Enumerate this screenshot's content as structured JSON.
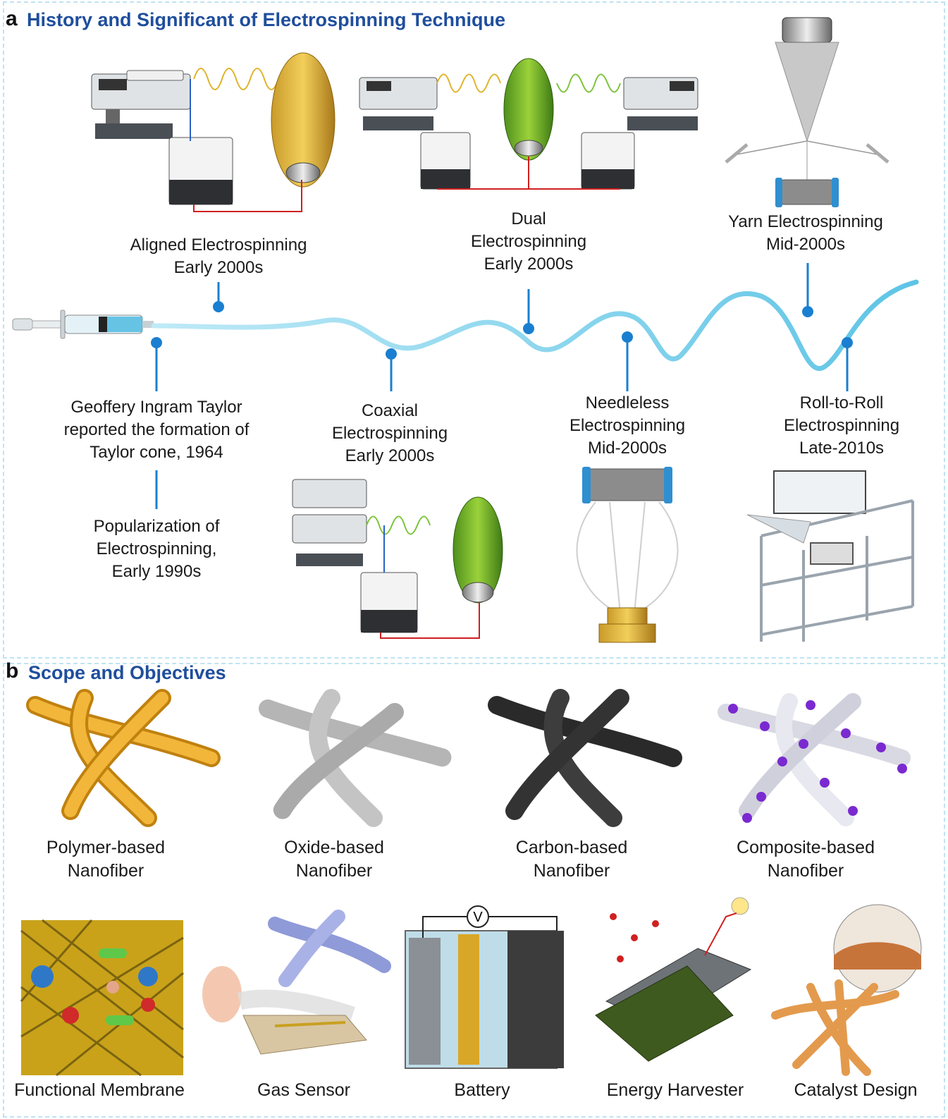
{
  "panel_a": {
    "letter": "a",
    "title": "History and Significant of Electrospinning Technique",
    "milestones": [
      {
        "id": "taylor",
        "lines": [
          "Geoffery Ingram Taylor",
          "reported the formation of",
          "Taylor cone, 1964"
        ]
      },
      {
        "id": "popular",
        "lines": [
          "Popularization of",
          "Electrospinning,",
          "Early 1990s"
        ]
      },
      {
        "id": "aligned",
        "lines": [
          "Aligned Electrospinning",
          "Early 2000s"
        ]
      },
      {
        "id": "coaxial",
        "lines": [
          "Coaxial",
          "Electrospinning",
          "Early 2000s"
        ]
      },
      {
        "id": "dual",
        "lines": [
          "Dual",
          "Electrospinning",
          "Early 2000s"
        ]
      },
      {
        "id": "needleless",
        "lines": [
          "Needleless",
          "Electrospinning",
          "Mid-2000s"
        ]
      },
      {
        "id": "yarn",
        "lines": [
          "Yarn Electrospinning",
          "Mid-2000s"
        ]
      },
      {
        "id": "roll",
        "lines": [
          "Roll-to-Roll",
          "Electrospinning",
          "Late-2010s"
        ]
      }
    ]
  },
  "panel_b": {
    "letter": "b",
    "title": "Scope and Objectives",
    "nanofibers": [
      {
        "id": "polymer",
        "lines": [
          "Polymer-based",
          "Nanofiber"
        ],
        "color": "#e8a420"
      },
      {
        "id": "oxide",
        "lines": [
          "Oxide-based",
          "Nanofiber"
        ],
        "color": "#c9c9c9"
      },
      {
        "id": "carbon",
        "lines": [
          "Carbon-based",
          "Nanofiber"
        ],
        "color": "#3a3a3a"
      },
      {
        "id": "composite",
        "lines": [
          "Composite-based",
          "Nanofiber"
        ],
        "color": "#e6e6ee"
      }
    ],
    "applications": [
      {
        "id": "membrane",
        "label": "Functional Membrane"
      },
      {
        "id": "sensor",
        "label": "Gas Sensor"
      },
      {
        "id": "battery",
        "label": "Battery",
        "meter": "V"
      },
      {
        "id": "harvester",
        "label": "Energy Harvester"
      },
      {
        "id": "catalyst",
        "label": "Catalyst Design"
      }
    ]
  },
  "colors": {
    "accent": "#1f4e9c",
    "fiber": "#7fd3ec",
    "pin": "#1a7fd0"
  }
}
